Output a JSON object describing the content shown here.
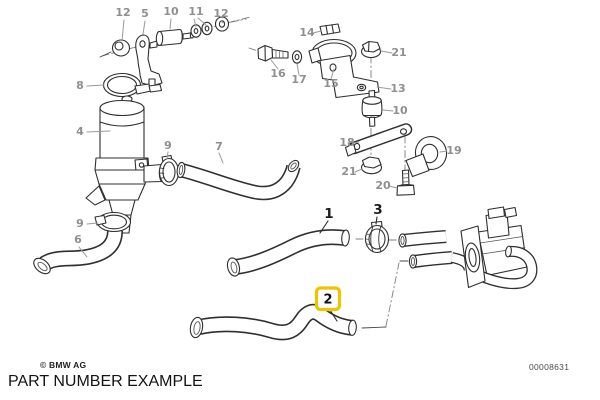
{
  "diagram": {
    "callouts": [
      "12",
      "5",
      "10",
      "11",
      "12",
      "14",
      "16",
      "17",
      "15",
      "21",
      "13",
      "10",
      "18",
      "19",
      "21",
      "20",
      "8",
      "4",
      "9",
      "6",
      "9",
      "7"
    ],
    "bold_callouts": [
      "1",
      "3"
    ],
    "highlighted_callout": "2",
    "colors": {
      "line": "#2f2f2f",
      "label": "#8f8f8f",
      "leader": "#9a9a9a",
      "highlight": "#ecc400"
    }
  },
  "footer": {
    "copyright": "© BMW AG",
    "doc_number": "00008631",
    "caption": "PART NUMBER EXAMPLE"
  }
}
